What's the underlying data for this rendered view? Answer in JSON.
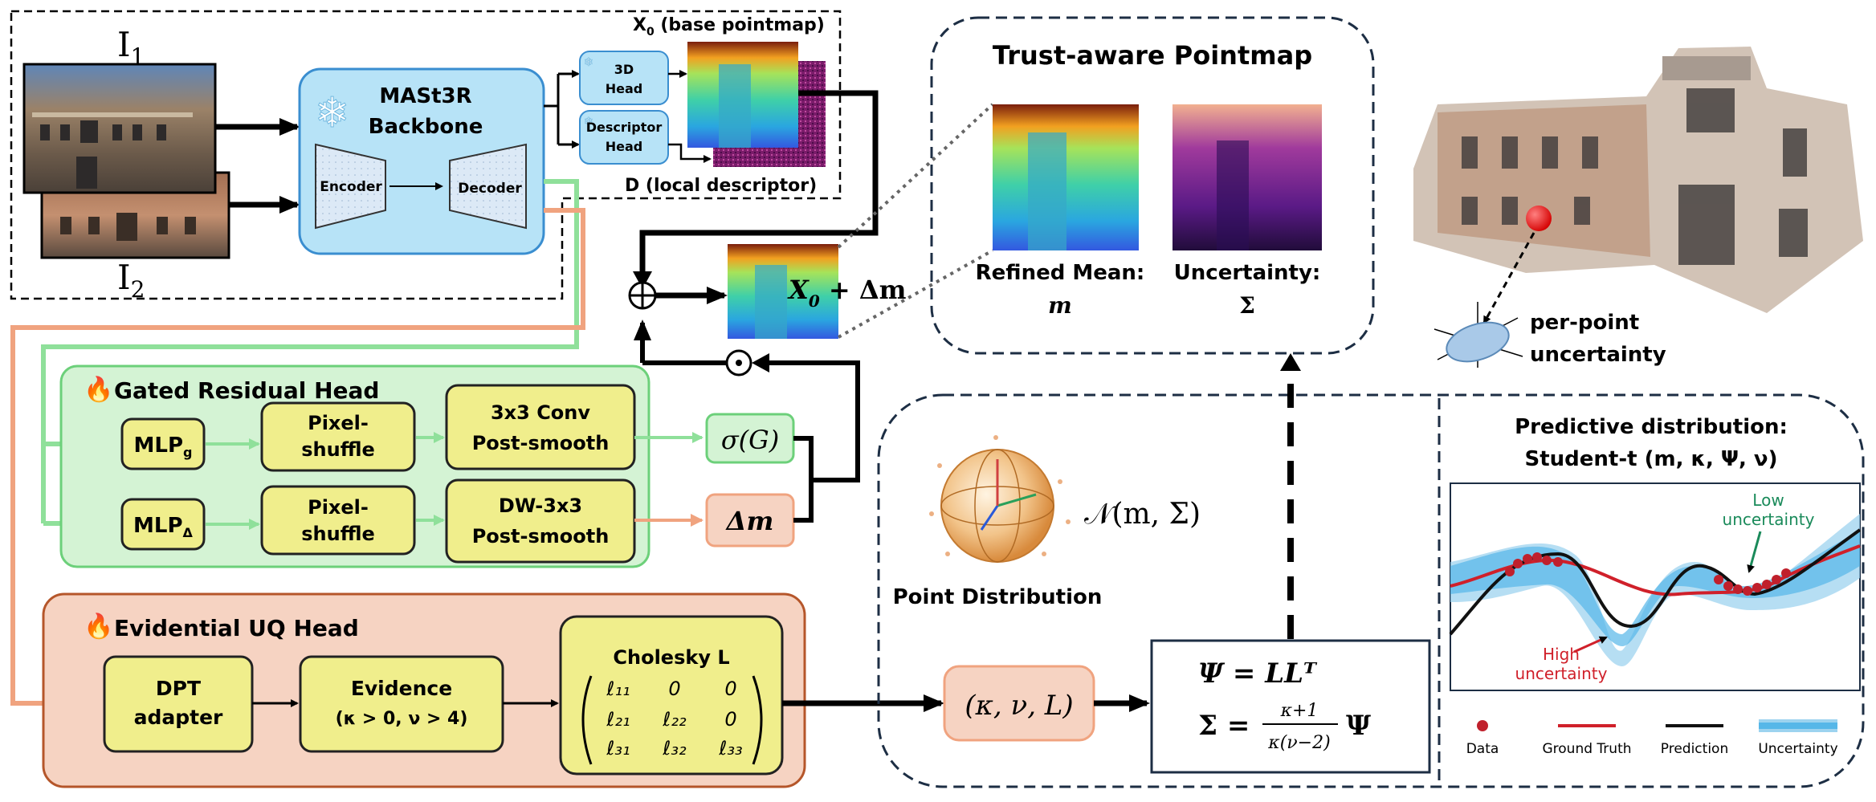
{
  "top": {
    "i1": "I",
    "i1_sub": "1",
    "i2": "I",
    "i2_sub": "2",
    "backbone_title1": "MASt3R",
    "backbone_title2": "Backbone",
    "encoder": "Encoder",
    "decoder": "Decoder",
    "head3d_1": "3D",
    "head3d_2": "Head",
    "desc_1": "Descriptor",
    "desc_2": "Head",
    "x0_label": "X",
    "x0_sub": "0",
    "x0_rest": " (base pointmap)",
    "d_label": "D (local descriptor)",
    "sum_formula_x": "X",
    "sum_formula_sub": "0",
    "sum_formula_rest": " + Δm"
  },
  "trust": {
    "title": "Trust-aware Pointmap",
    "mean_label": "Refined Mean:",
    "mean_symbol": "m",
    "unc_label": "Uncertainty:",
    "unc_symbol": "Σ"
  },
  "cloud": {
    "caption1": "per-point",
    "caption2": "uncertainty"
  },
  "gated": {
    "title": "Gated Residual Head",
    "mlp_g": "MLP",
    "mlp_g_sub": "g",
    "mlp_d": "MLP",
    "mlp_d_sub": "Δ",
    "ps1_1": "Pixel-",
    "ps1_2": "shuffle",
    "ps2_1": "Pixel-",
    "ps2_2": "shuffle",
    "conv1_1": "3x3 Conv",
    "conv1_2": "Post-smooth",
    "conv2_1": "DW-3x3",
    "conv2_2": "Post-smooth",
    "sigma": "σ(G)",
    "delta": "Δm"
  },
  "evidential": {
    "title": "Evidential UQ Head",
    "dpt1": "DPT",
    "dpt2": "adapter",
    "ev1": "Evidence",
    "ev2": "(κ > 0, ν > 4)",
    "chol_title": "Cholesky L",
    "matrix": [
      [
        "ℓ₁₁",
        "0",
        "0"
      ],
      [
        "ℓ₂₁",
        "ℓ₂₂",
        "0"
      ],
      [
        "ℓ₃₁",
        "ℓ₃₂",
        "ℓ₃₃"
      ]
    ]
  },
  "dist": {
    "params": "(κ, ν, L)",
    "normal": "𝒩(m, Σ)",
    "caption": "Point Distribution",
    "psi": "Ψ = LLᵀ",
    "sigma_lhs": "Σ =",
    "frac_num": "κ+1",
    "frac_den": "κ(ν−2)",
    "sigma_rhs": "Ψ"
  },
  "predictive": {
    "title1": "Predictive distribution:",
    "title2": "Student-t (m, κ, Ψ, ν)",
    "low": "Low",
    "low2": "uncertainty",
    "high": "High",
    "high2": "uncertainty"
  },
  "legend": {
    "data": "Data",
    "gt": "Ground Truth",
    "pred": "Prediction",
    "unc": "Uncertainty"
  },
  "colors": {
    "green_frame": "#6cd07a",
    "orange_frame": "#b5562a",
    "yellow_box": "#f0ee8c",
    "blue_box": "#b7e3f7",
    "navy_dash": "#1d2e44"
  }
}
